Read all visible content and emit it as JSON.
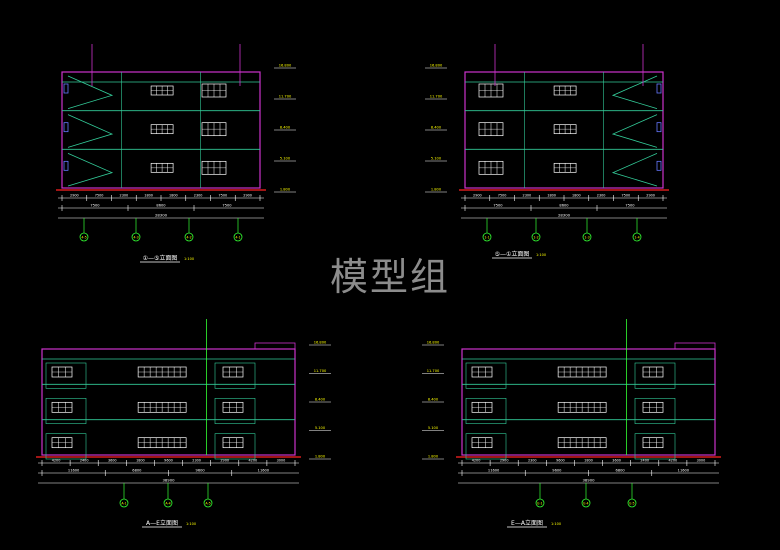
{
  "watermark": "模型组",
  "colors": {
    "background": "#000000",
    "outline": "#cc33cc",
    "detail": "#33cc99",
    "marker": "#ffff00",
    "leader": "#33ff33",
    "dims": "#ffffff",
    "red": "#ff2222",
    "blue": "#6677ff"
  },
  "drawings": [
    {
      "id": "top-left",
      "title": "①—⑤立面图",
      "scale": "1:100",
      "axis_labels": [
        "4-5",
        "4-3",
        "4-2",
        "4-1"
      ],
      "level_labels": [
        "16.800",
        "11.700",
        "8.400",
        "5.100",
        "1.800"
      ],
      "segment_dims": [
        "2900",
        "7500",
        "2300",
        "1800",
        "1800",
        "2300",
        "7500",
        "2900"
      ],
      "bay_dims": [
        "7500",
        "8600",
        "7500"
      ],
      "total_dim": "28300"
    },
    {
      "id": "top-right",
      "title": "⑤—①立面图",
      "scale": "1:100",
      "axis_labels": [
        "1-1",
        "1-2",
        "1-3",
        "1-4"
      ],
      "level_labels": [
        "16.800",
        "11.700",
        "8.400",
        "5.100",
        "1.800"
      ],
      "segment_dims": [
        "2900",
        "7500",
        "2300",
        "1800",
        "1800",
        "2300",
        "7500",
        "2900"
      ],
      "bay_dims": [
        "7500",
        "8600",
        "7500"
      ],
      "total_dim": "28300"
    },
    {
      "id": "bottom-left",
      "title": "A—E立面图",
      "scale": "1:100",
      "axis_labels": [
        "A-1",
        "A-4",
        "A-5"
      ],
      "level_labels": [
        "16.800",
        "11.700",
        "8.400",
        "5.100",
        "1.800"
      ],
      "segment_dims": [
        "4200",
        "2400",
        "3600",
        "1800",
        "9600",
        "2300",
        "2900",
        "4200",
        "3000"
      ],
      "bay_dims": [
        "11600",
        "6800",
        "9600",
        "11600"
      ],
      "total_dim": "38900"
    },
    {
      "id": "bottom-right",
      "title": "E—A立面图",
      "scale": "1:100",
      "axis_labels": [
        "E-1",
        "E-4",
        "E-5"
      ],
      "level_labels": [
        "16.800",
        "11.700",
        "8.400",
        "5.100",
        "1.800"
      ],
      "segment_dims": [
        "4200",
        "2900",
        "2300",
        "9600",
        "1800",
        "3600",
        "2400",
        "4200",
        "3000"
      ],
      "bay_dims": [
        "11600",
        "9600",
        "6800",
        "11600"
      ],
      "total_dim": "38900"
    }
  ]
}
